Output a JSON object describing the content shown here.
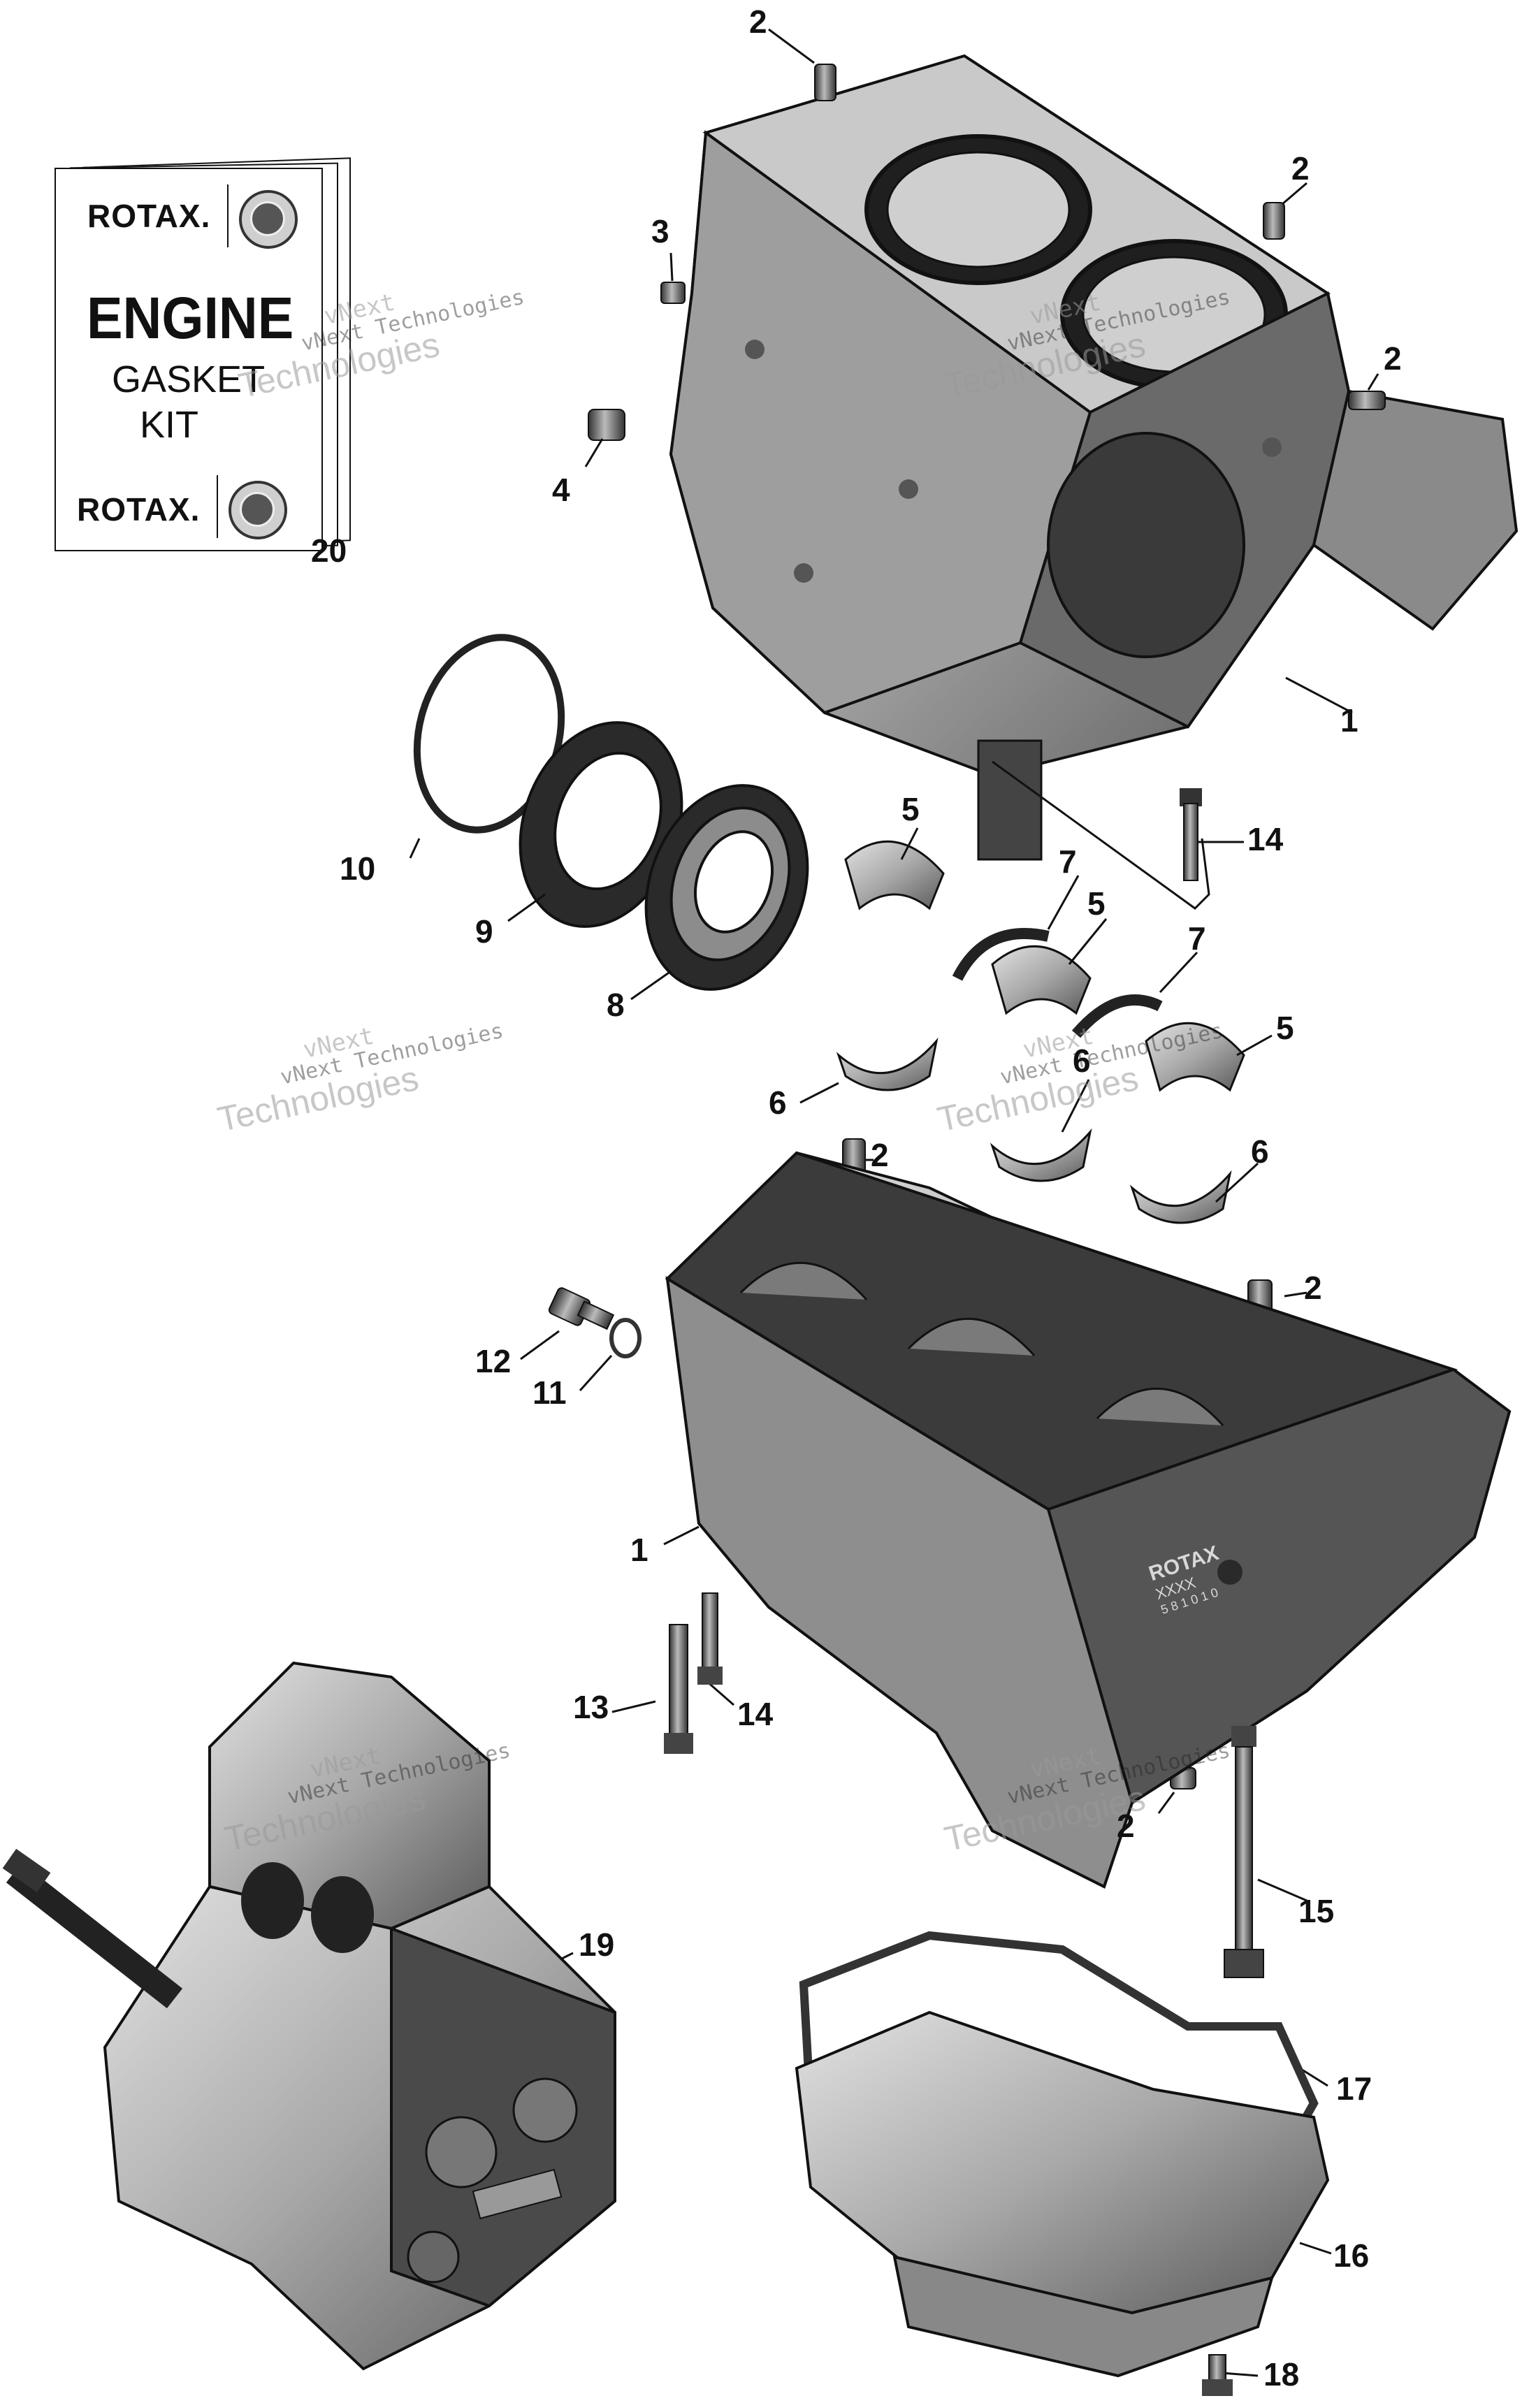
{
  "kit": {
    "brand_top": "ROTAX.",
    "title": "ENGINE",
    "line1": "GASKET",
    "line2": "KIT",
    "brand_bottom": "ROTAX.",
    "logo_icon": "brp-logo-icon"
  },
  "callouts": [
    {
      "id": "c2a",
      "label": "2"
    },
    {
      "id": "c2b",
      "label": "2"
    },
    {
      "id": "c3",
      "label": "3"
    },
    {
      "id": "c2c",
      "label": "2"
    },
    {
      "id": "c4",
      "label": "4"
    },
    {
      "id": "c20",
      "label": "20"
    },
    {
      "id": "c1a",
      "label": "1"
    },
    {
      "id": "c14a",
      "label": "14"
    },
    {
      "id": "c5a",
      "label": "5"
    },
    {
      "id": "c10",
      "label": "10"
    },
    {
      "id": "c7a",
      "label": "7"
    },
    {
      "id": "c9",
      "label": "9"
    },
    {
      "id": "c5b",
      "label": "5"
    },
    {
      "id": "c7b",
      "label": "7"
    },
    {
      "id": "c8",
      "label": "8"
    },
    {
      "id": "c6a",
      "label": "6"
    },
    {
      "id": "c5c",
      "label": "5"
    },
    {
      "id": "c6b",
      "label": "6"
    },
    {
      "id": "c2d",
      "label": "2"
    },
    {
      "id": "c6c",
      "label": "6"
    },
    {
      "id": "c2e",
      "label": "2"
    },
    {
      "id": "c12",
      "label": "12"
    },
    {
      "id": "c11",
      "label": "11"
    },
    {
      "id": "c1b",
      "label": "1"
    },
    {
      "id": "c13",
      "label": "13"
    },
    {
      "id": "c14b",
      "label": "14"
    },
    {
      "id": "c2f",
      "label": "2"
    },
    {
      "id": "c15",
      "label": "15"
    },
    {
      "id": "c19",
      "label": "19"
    },
    {
      "id": "c17",
      "label": "17"
    },
    {
      "id": "c16",
      "label": "16"
    },
    {
      "id": "c18",
      "label": "18"
    }
  ],
  "watermark": {
    "line1": "vNext",
    "line2": "vNext Technologies",
    "line3": "Technologies"
  },
  "crankcase_marking": {
    "brand": "ROTAX",
    "code1": "XXXX",
    "code2": "5 8 1 0 1 0"
  },
  "colors": {
    "metal_light": "#d4d4d4",
    "metal_mid": "#9b9b9b",
    "metal_dark": "#3c3c3c",
    "line": "#111111"
  }
}
